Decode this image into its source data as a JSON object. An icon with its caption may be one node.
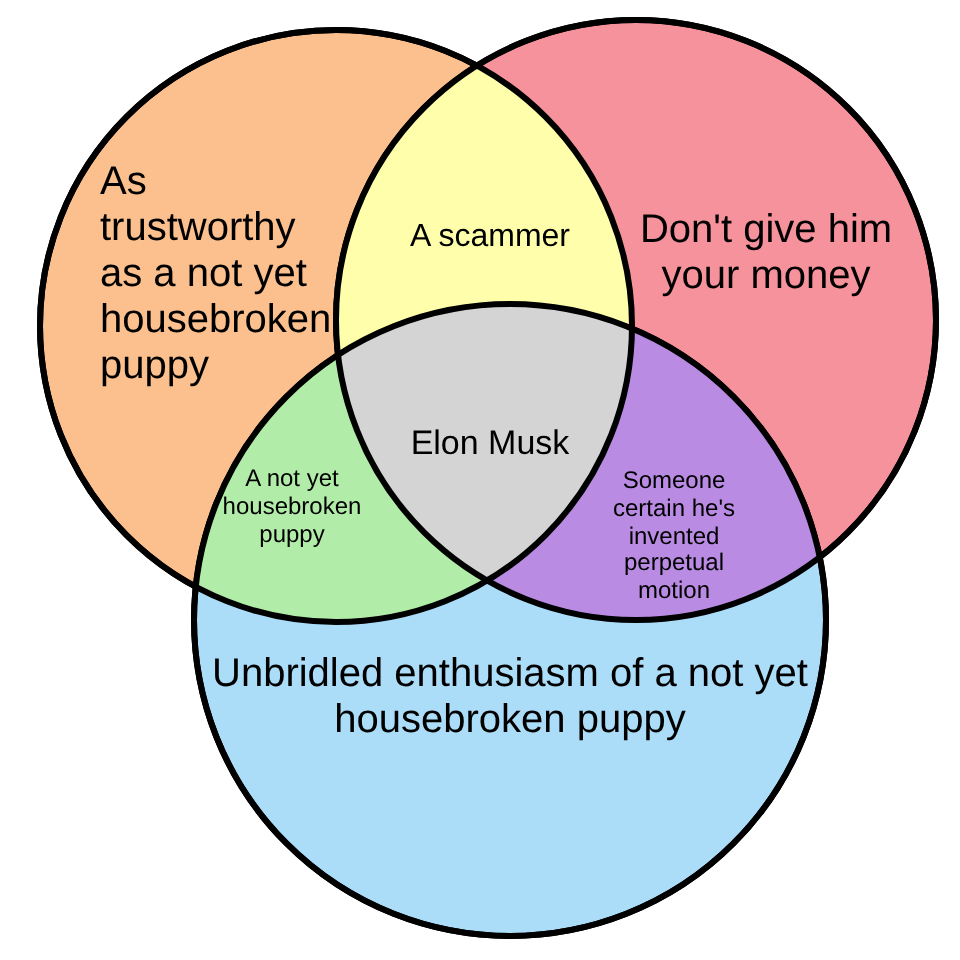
{
  "diagram": {
    "nodes": [
      {
        "text": [
          "As trustworthy as a not yet housebroken puppy"
        ]
      },
      {
        "text": [
          "Don't give him your money"
        ]
      },
      {
        "text": [
          "Unbridled enthusiasm of a not yet housebroken puppy"
        ]
      },
      {
        "text": [
          "A scammer"
        ]
      },
      {
        "text": [
          "A not yet housebroken puppy"
        ]
      },
      {
        "text": [
          "Someone certain he's invented perpetual motion"
        ]
      },
      {
        "text": [
          "Elon Musk"
        ]
      }
    ],
    "edges": []
  }
}
